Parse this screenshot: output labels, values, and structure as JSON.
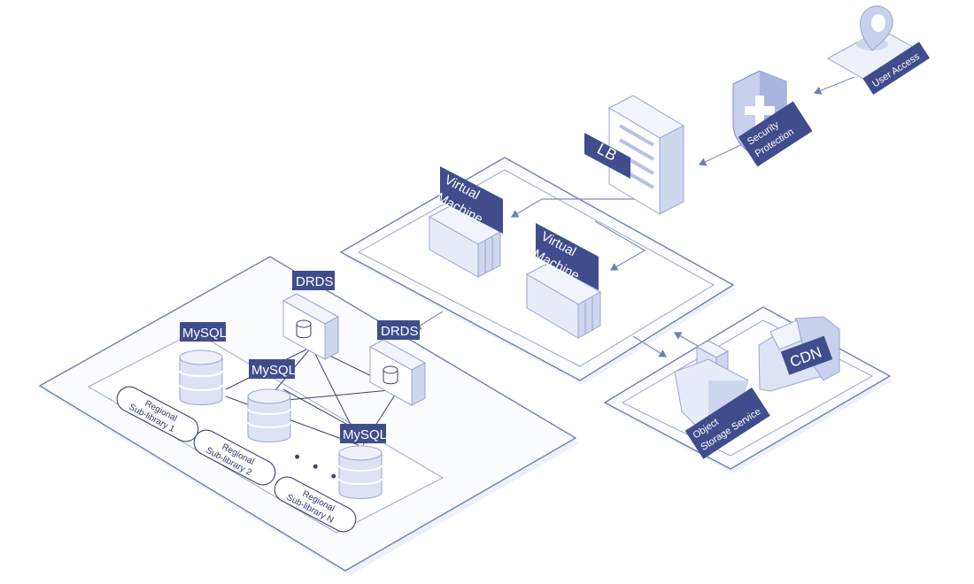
{
  "labels": {
    "user_access": "User Access",
    "security_line1": "Security",
    "security_line2": "Protection",
    "lb": "LB",
    "vm1_line1": "Virtual",
    "vm1_line2": "Machine",
    "vm2_line1": "Virtual",
    "vm2_line2": "Machine",
    "drds1": "DRDS",
    "drds2": "DRDS",
    "mysql1": "MySQL",
    "mysql2": "MySQL",
    "mysql3": "MySQL",
    "sub1_line1": "Regional",
    "sub1_line2": "Sub-library 1",
    "sub2_line1": "Regional",
    "sub2_line2": "Sub-library 2",
    "subn_line1": "Regional",
    "subn_line2": "Sub-library N",
    "ellipsis": "• • •",
    "oss_line1": "Object",
    "oss_line2": "Storage Service",
    "cdn": "CDN"
  },
  "colors": {
    "label_bg": "#3f4d8c",
    "platform_stroke": "#6f7fb5",
    "platform_fill": "#fbfcff",
    "icon_fill": "#e7ecf8",
    "icon_side": "#cfd7ee",
    "line": "#7f8cc0"
  }
}
